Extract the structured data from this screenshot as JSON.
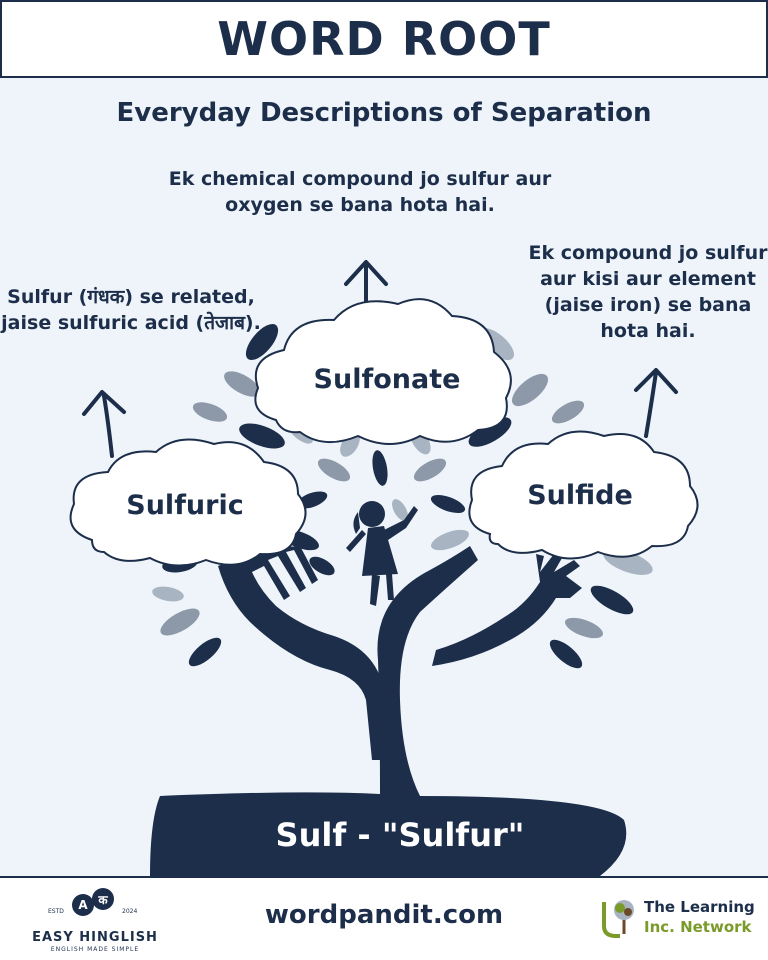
{
  "header": {
    "title": "WORD ROOT"
  },
  "subtitle": "Everyday Descriptions of Separation",
  "descriptions": {
    "sulfonate": "Ek chemical compound jo sulfur aur oxygen se bana hota hai.",
    "sulfuric": "Sulfur (गंधक) se related, jaise sulfuric acid (तेजाब).",
    "sulfide": "Ek compound jo sulfur aur kisi aur element (jaise iron) se bana hota hai."
  },
  "clouds": {
    "sulfonate": "Sulfonate",
    "sulfuric": "Sulfuric",
    "sulfide": "Sulfide"
  },
  "root": "Sulf - \"Sulfur\"",
  "footer": {
    "site": "wordpandit.com",
    "brand_left": {
      "name": "EASY HINGLISH",
      "tagline": "ENGLISH MADE SIMPLE",
      "estd": "ESTD",
      "year": "2024",
      "badge_a": "A",
      "badge_k": "क"
    },
    "brand_right": {
      "line1": "The Learning",
      "line2": "Inc. Network"
    }
  },
  "colors": {
    "navy": "#1c2e4a",
    "background": "#eef4fa",
    "accent_green": "#7a9a2a"
  }
}
